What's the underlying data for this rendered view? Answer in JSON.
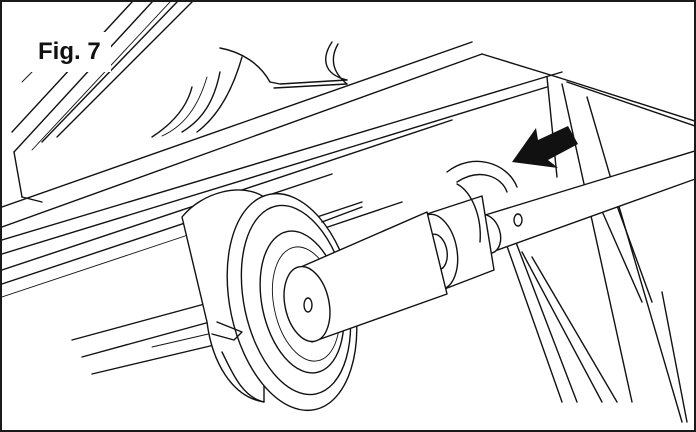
{
  "figure": {
    "label": "Fig. 7",
    "line_color": "#111111",
    "background": "#ffffff"
  },
  "parts": {
    "arrow": "direction-arrow-icon",
    "washer": "washer",
    "pin": "axle-pin",
    "spacer": "spacer-bushing",
    "rod": "mounting-rod",
    "tube": "frame-tube",
    "bracket": "side-bracket"
  }
}
